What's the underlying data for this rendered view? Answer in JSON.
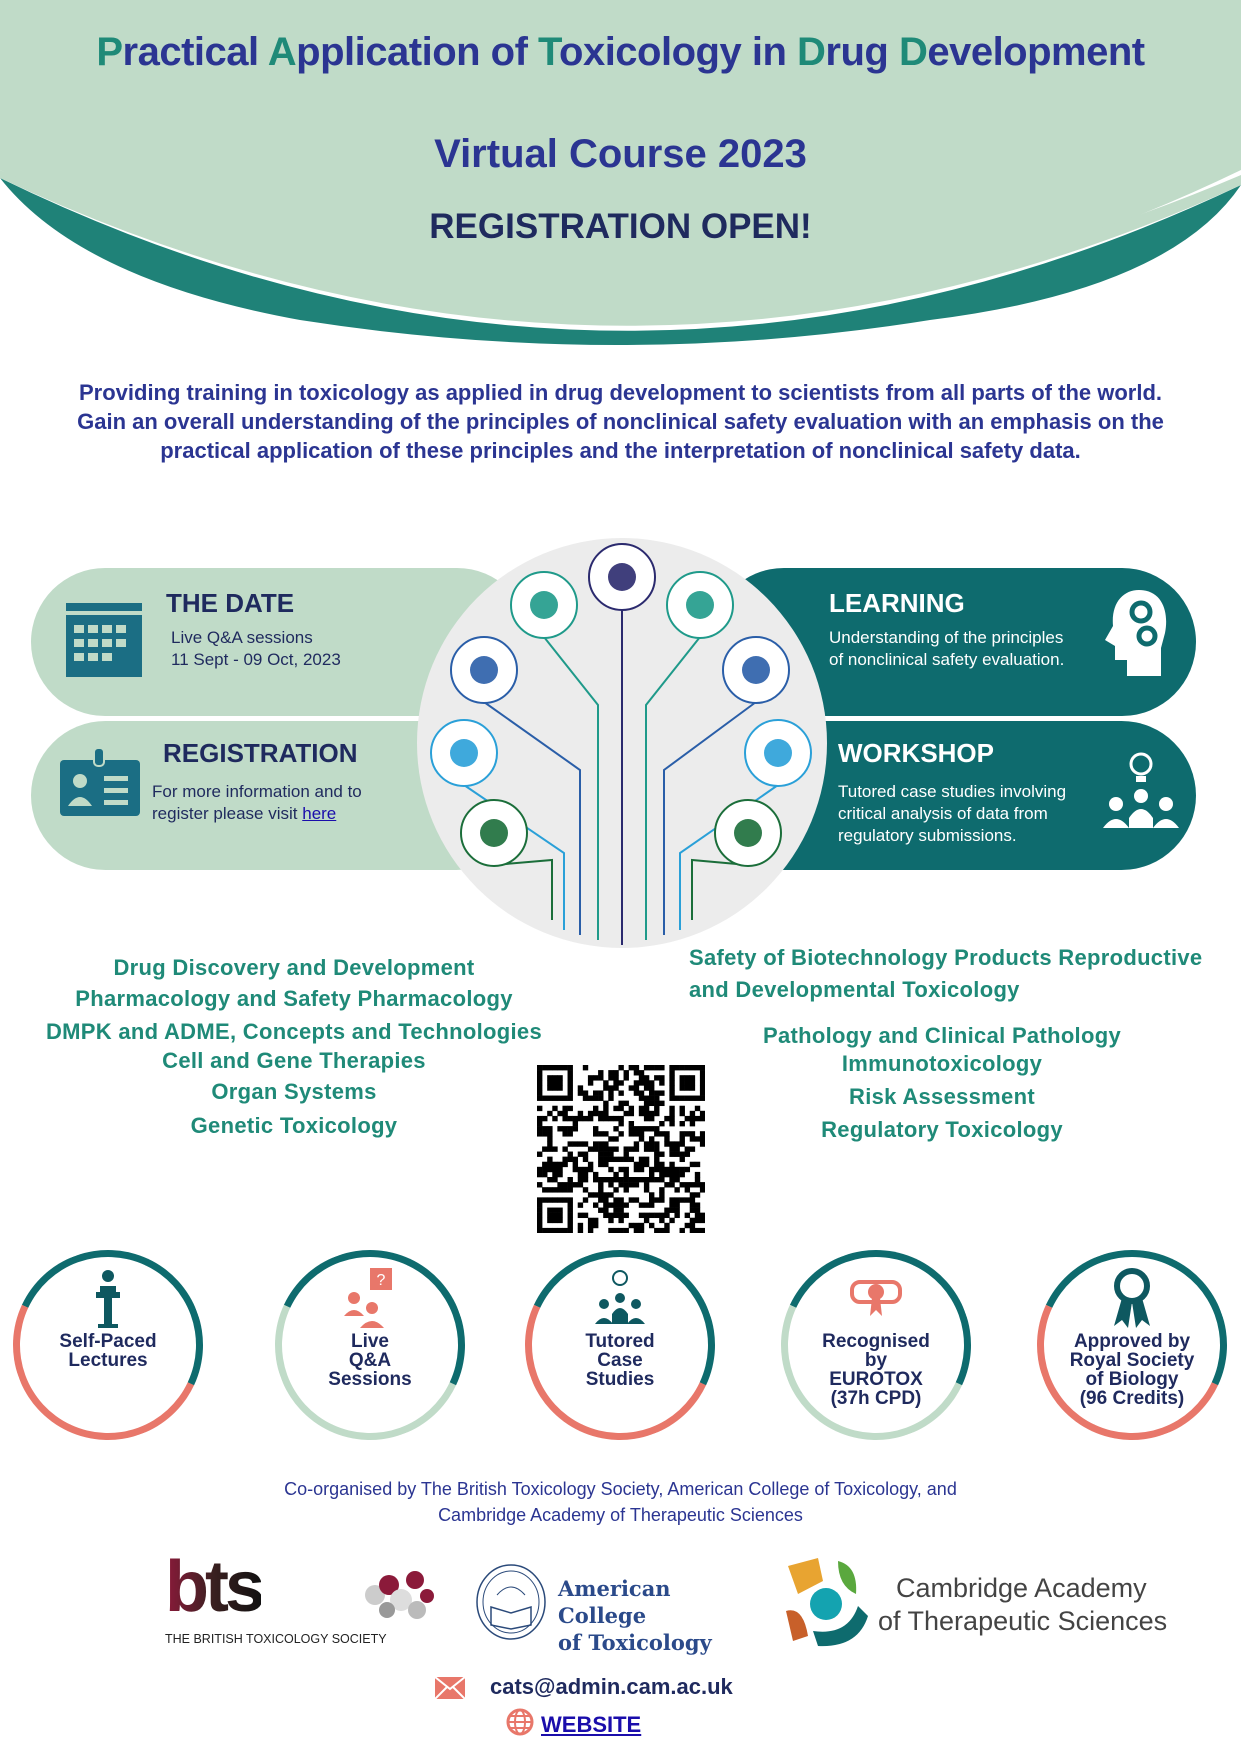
{
  "header": {
    "title_parts": [
      {
        "hl": "P",
        "rest": "ractical "
      },
      {
        "hl": "A",
        "rest": "pplication of "
      },
      {
        "hl": "T",
        "rest": "oxicology in "
      },
      {
        "hl": "D",
        "rest": "rug "
      },
      {
        "hl": "D",
        "rest": "evelopment"
      }
    ],
    "subtitle": "Virtual Course 2023",
    "announcement": "REGISTRATION OPEN!"
  },
  "intro": {
    "line1": "Providing training in toxicology as applied in drug development to scientists from all parts of the world.",
    "line2": "Gain an overall understanding of the principles of nonclinical safety evaluation with an emphasis on the",
    "line3": "practical application of these principles and the interpretation of nonclinical safety data."
  },
  "panels": {
    "date": {
      "heading": "THE DATE",
      "line1": "Live Q&A sessions",
      "line2": "11 Sept - 09 Oct, 2023"
    },
    "registration": {
      "heading": "REGISTRATION",
      "line1": "For more information and to",
      "line2_prefix": "register please visit ",
      "link": "here"
    },
    "learning": {
      "heading": "LEARNING",
      "line1": "Understanding of the principles",
      "line2": "of nonclinical safety evaluation."
    },
    "workshop": {
      "heading": "WORKSHOP",
      "line1": "Tutored case studies involving",
      "line2": "critical analysis of data from",
      "line3": "regulatory submissions."
    }
  },
  "topics_left": [
    "Drug Discovery and Development",
    "Pharmacology and Safety Pharmacology",
    "DMPK and ADME, Concepts and Technologies",
    "Cell and Gene Therapies",
    "Organ Systems",
    "Genetic Toxicology"
  ],
  "topics_right": [
    "Safety of Biotechnology Products Reproductive",
    "and Developmental Toxicology",
    "Pathology and Clinical Pathology",
    "Immunotoxicology",
    "Risk Assessment",
    "Regulatory Toxicology"
  ],
  "badges": [
    {
      "lines": [
        "Self-Paced",
        "Lectures"
      ]
    },
    {
      "lines": [
        "Live",
        "Q&A",
        "Sessions"
      ]
    },
    {
      "lines": [
        "Tutored",
        "Case",
        "Studies"
      ]
    },
    {
      "lines": [
        "Recognised",
        "by",
        "EUROTOX",
        "(37h CPD)"
      ]
    },
    {
      "lines": [
        "Approved by",
        "Royal Society",
        "of  Biology",
        "(96 Credits)"
      ]
    }
  ],
  "coorganised": {
    "line1": "Co-organised by The British Toxicology Society,  American College of Toxicology, and",
    "line2": "Cambridge Academy of Therapeutic Sciences"
  },
  "logos": {
    "bts": {
      "mark": "bts",
      "caption": "THE BRITISH TOXICOLOGY SOCIETY"
    },
    "act": {
      "line1": "American College",
      "line2": "of Toxicology"
    },
    "cats": {
      "line1": "Cambridge Academy",
      "line2": "of Therapeutic Sciences"
    }
  },
  "contact": {
    "email": "cats@admin.cam.ac.uk",
    "website": "WEBSITE"
  },
  "colors": {
    "navy": "#2b3592",
    "teal": "#0e6b6e",
    "green": "#1f8a78",
    "mint": "#c0dbc8",
    "coral": "#e8776a"
  }
}
